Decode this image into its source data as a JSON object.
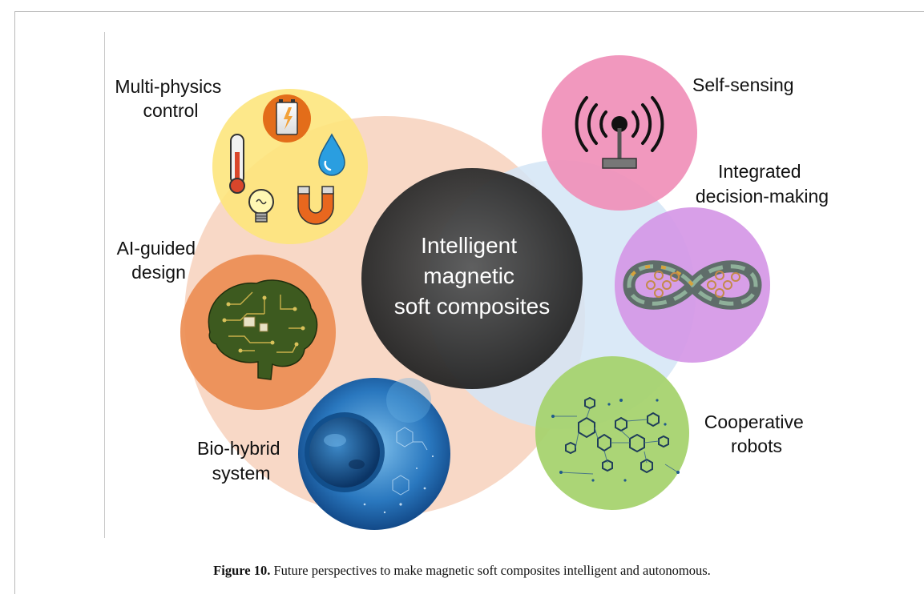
{
  "center": {
    "lines": [
      "Intelligent",
      "magnetic",
      "soft composites"
    ]
  },
  "nodes": {
    "multiphysics": {
      "lines": [
        "Multi-physics",
        "control"
      ]
    },
    "ai_design": {
      "lines": [
        "AI-guided",
        "design"
      ]
    },
    "biohybrid": {
      "lines": [
        "Bio-hybrid",
        "system"
      ]
    },
    "selfsensing": {
      "lines": [
        "Self-sensing"
      ]
    },
    "decision": {
      "lines": [
        "Integrated",
        "decision-making"
      ]
    },
    "cooperative": {
      "lines": [
        "Cooperative",
        "robots"
      ]
    }
  },
  "caption": {
    "label": "Figure 10.",
    "text": " Future perspectives to make magnetic soft composites intelligent and autonomous."
  },
  "colors": {
    "peach_bg": "#f7d4c0",
    "blue_bg": "#d3e5f6",
    "center": "#3a3a3a",
    "yellow": "#fde57a",
    "orange": "#ec8d53",
    "pink": "#f08fb8",
    "purple": "#d597e6",
    "green": "#a6d36f",
    "cell_blue": "#2d7fc4"
  },
  "icons": {
    "multiphysics": [
      "thermometer-icon",
      "battery-icon",
      "water-drop-icon",
      "light-bulb-icon",
      "magnet-icon"
    ],
    "ai_design": "circuit-brain-icon",
    "biohybrid": "cell-icon",
    "selfsensing": "antenna-signal-icon",
    "decision": "infinity-loop-icon",
    "cooperative": "hexagon-network-icon"
  }
}
